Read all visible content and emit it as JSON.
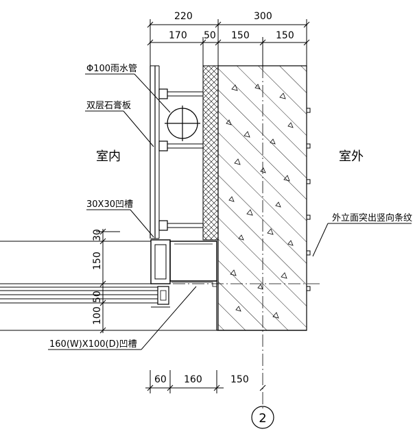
{
  "dimensions": {
    "top_overall": [
      "220",
      "300"
    ],
    "top_detail": [
      "170",
      "50",
      "150",
      "150"
    ],
    "left_vertical": [
      "30",
      "150",
      "50",
      "100"
    ],
    "bottom": [
      "60",
      "160",
      "150"
    ]
  },
  "labels": {
    "rain_pipe": "Φ100雨水管",
    "gypsum_board": "双层石膏板",
    "indoor": "室内",
    "outdoor": "室外",
    "groove_small": "30X30凹槽",
    "groove_large": "160(W)X100(D)凹槽",
    "facade_stripes": "外立面突出竖向条纹"
  },
  "axis_marker": "2",
  "colors": {
    "line": "#000000",
    "background": "#ffffff"
  }
}
